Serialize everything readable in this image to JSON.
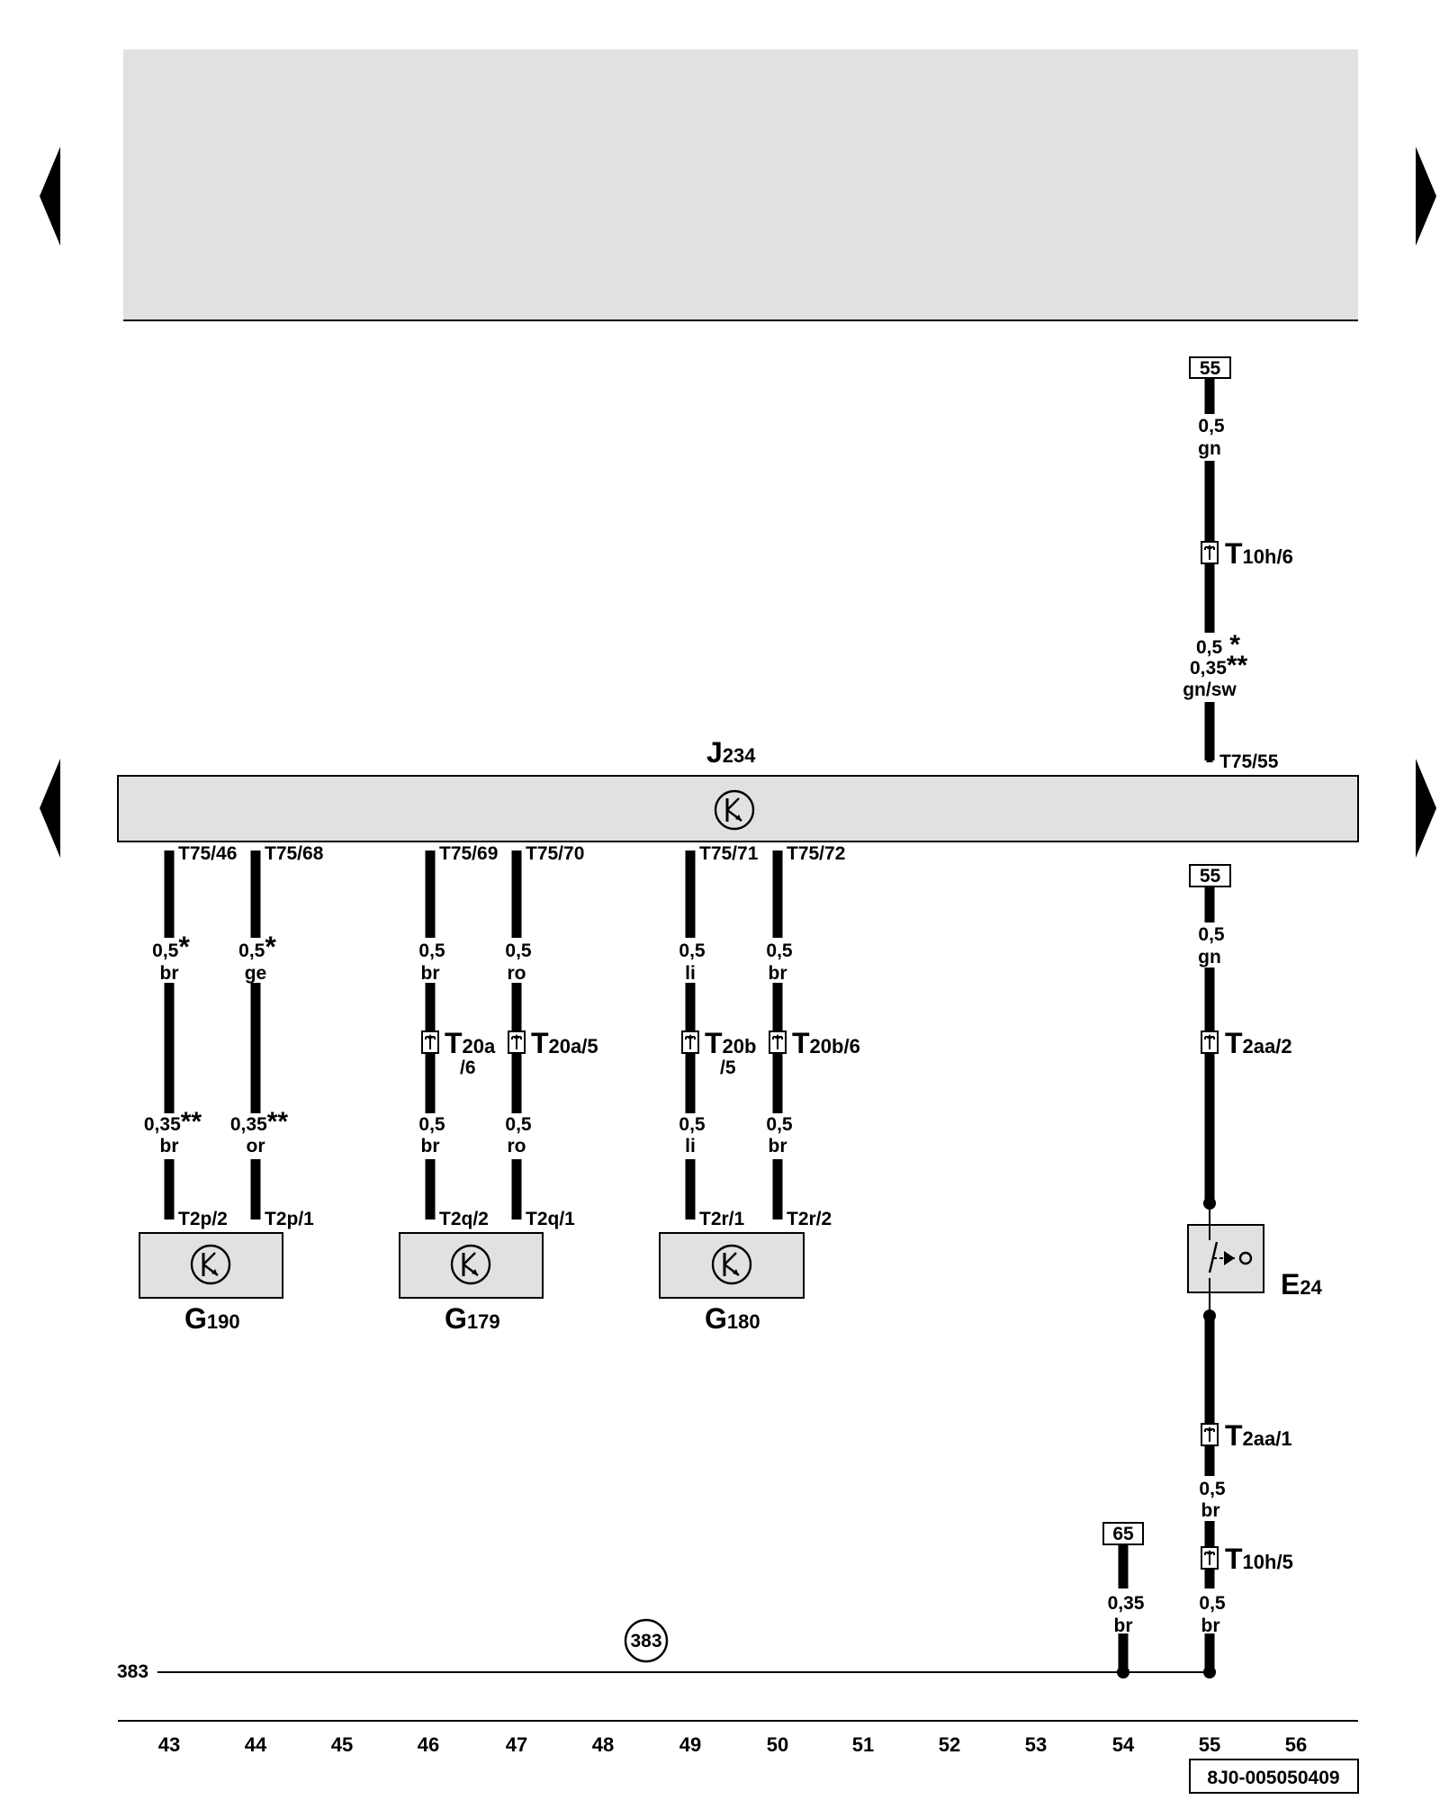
{
  "main_module": {
    "ref": "J",
    "sub": "234",
    "pin_top": "T75/55"
  },
  "sensors": [
    {
      "ref": "G",
      "sub": "190",
      "pins": [
        "T2p/2",
        "T2p/1"
      ]
    },
    {
      "ref": "G",
      "sub": "179",
      "pins": [
        "T2q/2",
        "T2q/1"
      ]
    },
    {
      "ref": "G",
      "sub": "180",
      "pins": [
        "T2r/1",
        "T2r/2"
      ]
    }
  ],
  "module_pins": [
    "T75/46",
    "T75/68",
    "T75/69",
    "T75/70",
    "T75/71",
    "T75/72"
  ],
  "wires": [
    {
      "upper_size": "0,5",
      "upper_star": "*",
      "upper_color": "br",
      "lower_size": "0,35",
      "lower_star": "**",
      "lower_color": "br"
    },
    {
      "upper_size": "0,5",
      "upper_star": "*",
      "upper_color": "ge",
      "lower_size": "0,35",
      "lower_star": "**",
      "lower_color": "or"
    },
    {
      "upper_size": "0,5",
      "upper_star": "",
      "upper_color": "br",
      "lower_size": "0,5",
      "lower_star": "",
      "lower_color": "br"
    },
    {
      "upper_size": "0,5",
      "upper_star": "",
      "upper_color": "ro",
      "lower_size": "0,5",
      "lower_star": "",
      "lower_color": "ro"
    },
    {
      "upper_size": "0,5",
      "upper_star": "",
      "upper_color": "li",
      "lower_size": "0,5",
      "lower_star": "",
      "lower_color": "li"
    },
    {
      "upper_size": "0,5",
      "upper_star": "",
      "upper_color": "br",
      "lower_size": "0,5",
      "lower_star": "",
      "lower_color": "br"
    }
  ],
  "inline_connectors": [
    {
      "main": "T",
      "sub": "20a",
      "line2": "/6"
    },
    {
      "main": "T",
      "sub": "20a/5",
      "line2": ""
    },
    {
      "main": "T",
      "sub": "20b",
      "line2": "/5"
    },
    {
      "main": "T",
      "sub": "20b/6",
      "line2": ""
    }
  ],
  "upper_branch": {
    "ref_box": "55",
    "wire1_size": "0,5",
    "wire1_color": "gn",
    "connector_main": "T",
    "connector_sub": "10h/6",
    "wire2_size_a": "0,5",
    "wire2_star_a": "*",
    "wire2_size_b": "0,35",
    "wire2_star_b": "**",
    "wire2_color": "gn/sw"
  },
  "lower_branch": {
    "ref_box": "55",
    "wire1_size": "0,5",
    "wire1_color": "gn",
    "conn1_main": "T",
    "conn1_sub": "2aa/2",
    "switch_ref": "E",
    "switch_sub": "24",
    "conn2_main": "T",
    "conn2_sub": "2aa/1",
    "wire2_size": "0,5",
    "wire2_color": "br",
    "conn3_main": "T",
    "conn3_sub": "10h/5",
    "wire3_size": "0,5",
    "wire3_color": "br"
  },
  "ground_branch": {
    "ref_box": "65",
    "wire_size": "0,35",
    "wire_color": "br"
  },
  "ground": {
    "left_label": "383",
    "circle_label": "383"
  },
  "grid_numbers": [
    "43",
    "44",
    "45",
    "46",
    "47",
    "48",
    "49",
    "50",
    "51",
    "52",
    "53",
    "54",
    "55",
    "56"
  ],
  "doc_number": "8J0-005050409"
}
